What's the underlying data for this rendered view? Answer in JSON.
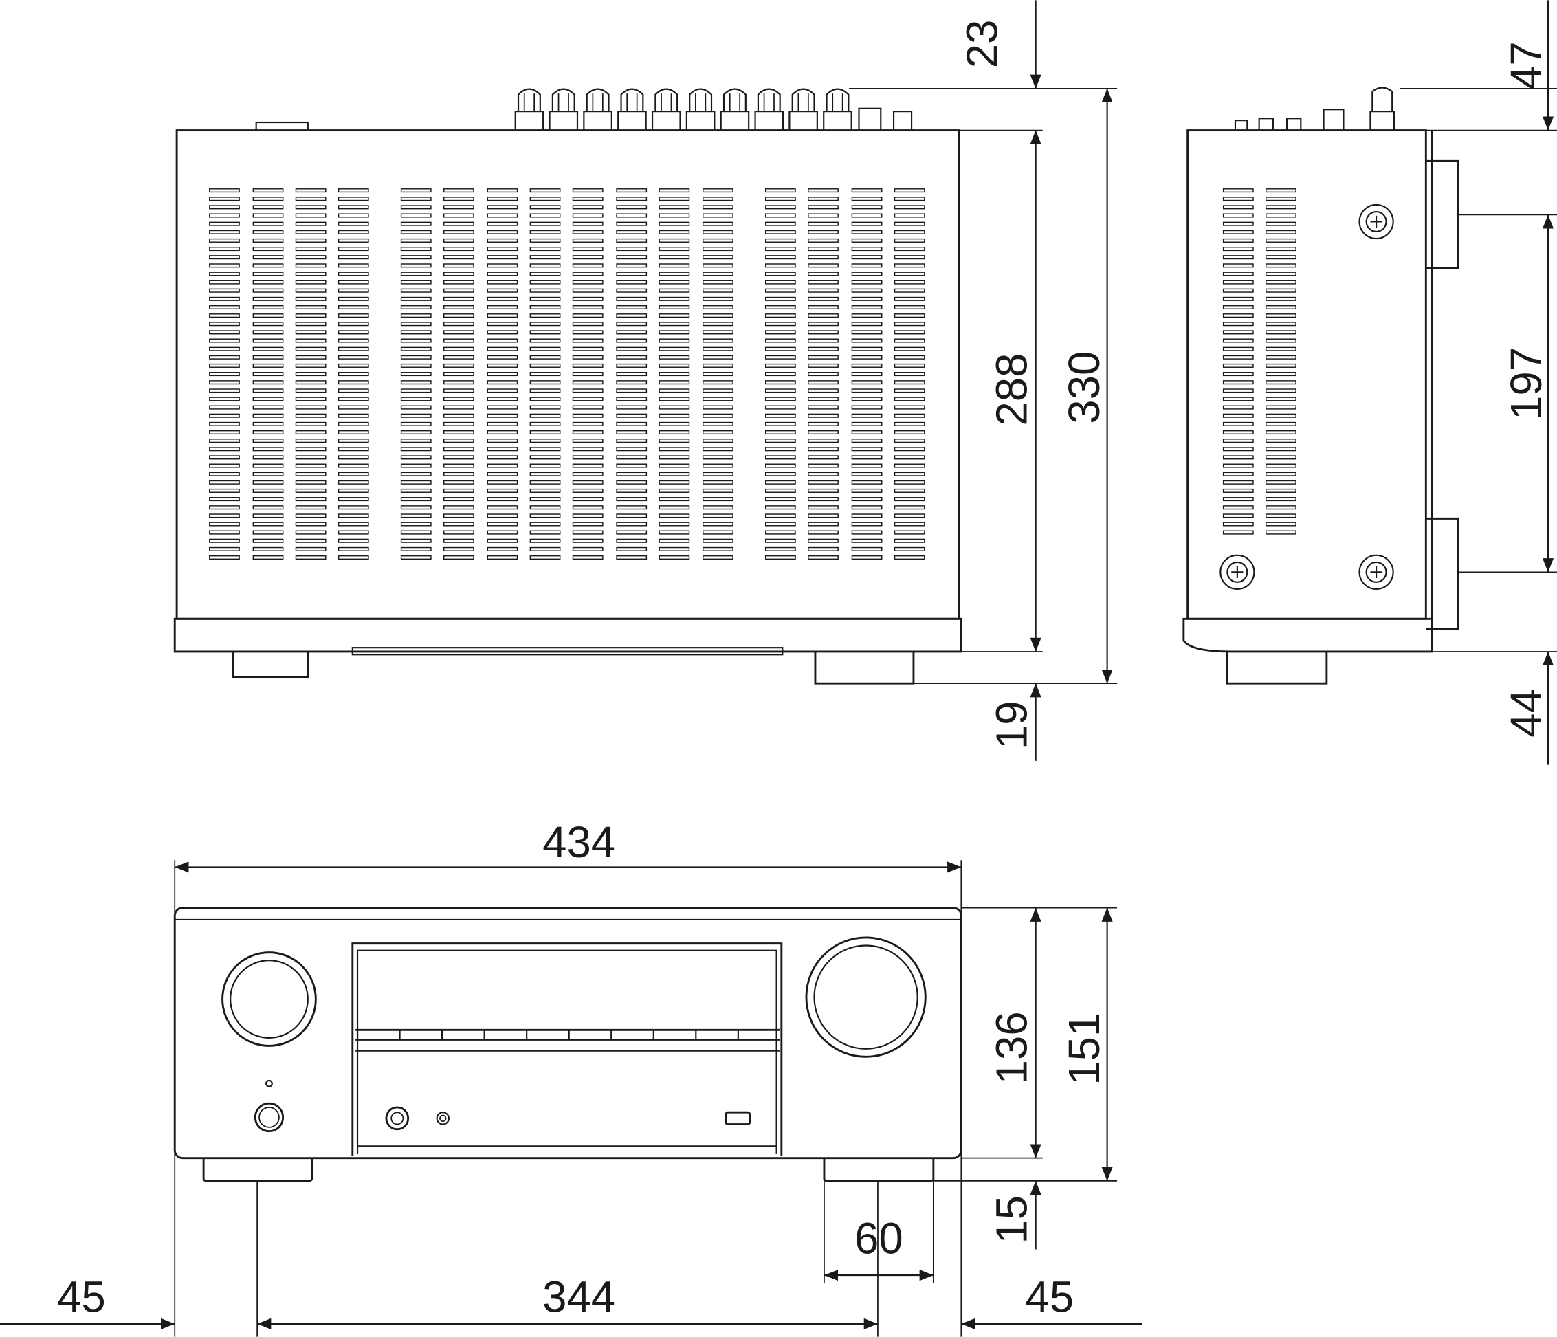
{
  "top_view": {
    "dim_rear_protrusion": "23",
    "dim_body_depth": "288",
    "dim_total_depth": "330",
    "dim_front_protrusion": "19"
  },
  "side_view": {
    "dim_top": "47",
    "dim_middle": "197",
    "dim_bottom": "44"
  },
  "front_view": {
    "dim_width": "434",
    "dim_body_height": "136",
    "dim_total_height": "151",
    "dim_foot_height": "15",
    "dim_foot_width": "60",
    "dim_foot_spacing": "344",
    "dim_left_offset": "45",
    "dim_right_offset": "45"
  }
}
